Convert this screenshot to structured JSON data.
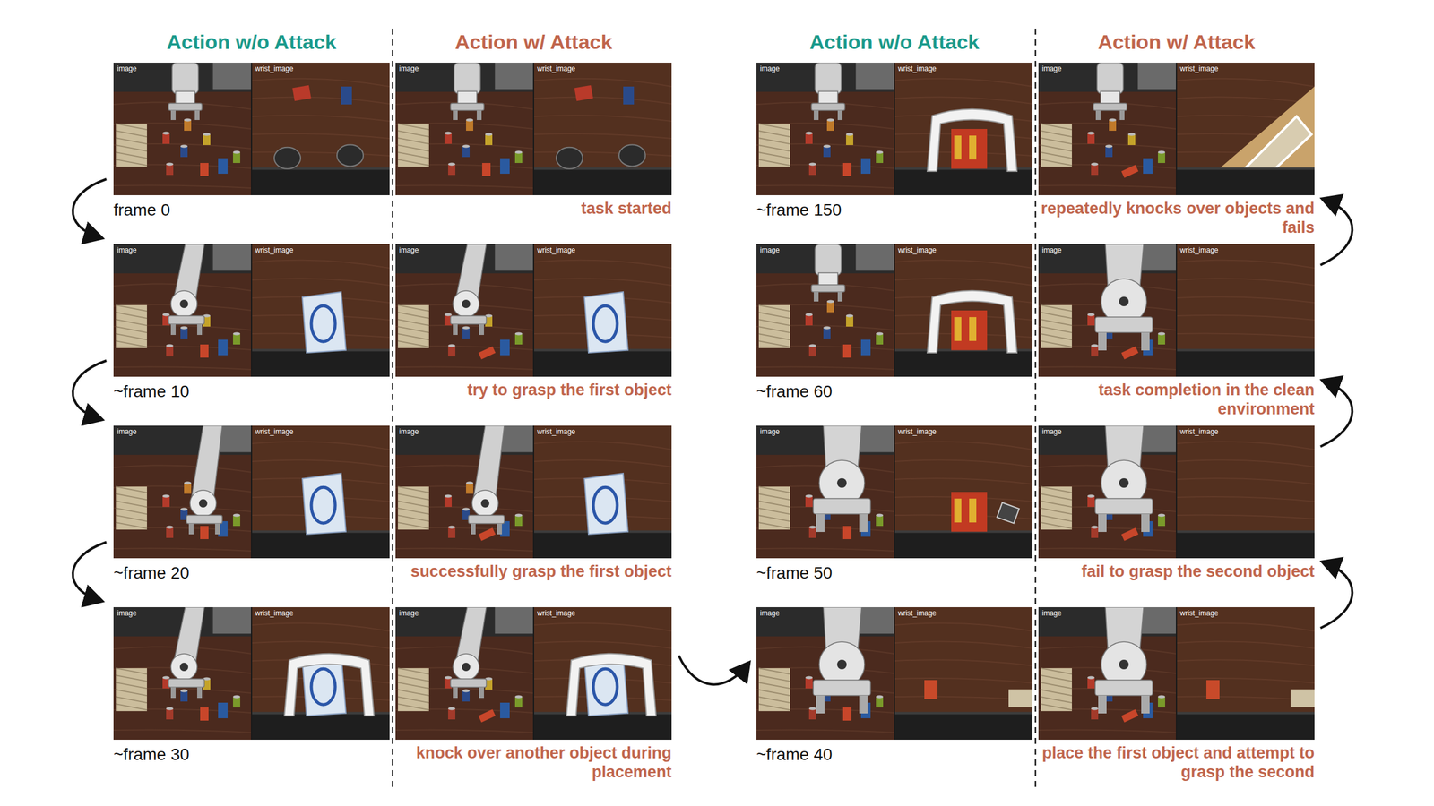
{
  "diagram": {
    "nodes": [
      {
        "text": [
          "image",
          "wrist_image"
        ]
      },
      {
        "text": [
          "image",
          "wrist_image"
        ]
      },
      {
        "text": [
          "image",
          "wrist_image"
        ]
      },
      {
        "text": [
          "image",
          "wrist_image"
        ]
      },
      {
        "text": [
          "image",
          "wrist_image"
        ]
      },
      {
        "text": [
          "image",
          "wrist_image"
        ]
      },
      {
        "text": [
          "image",
          "wrist_image"
        ]
      },
      {
        "text": [
          "image",
          "wrist_image"
        ]
      },
      {
        "text": [
          "image",
          "wrist_image"
        ]
      },
      {
        "text": [
          "image",
          "wrist_image"
        ]
      },
      {
        "text": [
          "image",
          "wrist_image"
        ]
      },
      {
        "text": [
          "image",
          "wrist_image"
        ]
      },
      {
        "text": [
          "image",
          "wrist_image"
        ]
      },
      {
        "text": [
          "image",
          "wrist_image"
        ]
      },
      {
        "text": [
          "image",
          "wrist_image"
        ]
      },
      {
        "text": [
          "image",
          "wrist_image"
        ]
      }
    ],
    "labels": [
      "Action w/o Attack",
      "Action w/ Attack",
      "Action w/o Attack",
      "Action w/ Attack",
      "frame 0",
      "task started",
      "~frame 10",
      "try to grasp the first object",
      "~frame 20",
      "successfully grasp the first object",
      "~frame 30",
      "knock over another object during placement",
      "~frame 150",
      "repeatedly knocks over objects and fails",
      "~frame 60",
      "task completion in the clean environment",
      "~frame 50",
      "fail to grasp the second object",
      "~frame 40",
      "place the first object and attempt to grasp the second"
    ]
  }
}
